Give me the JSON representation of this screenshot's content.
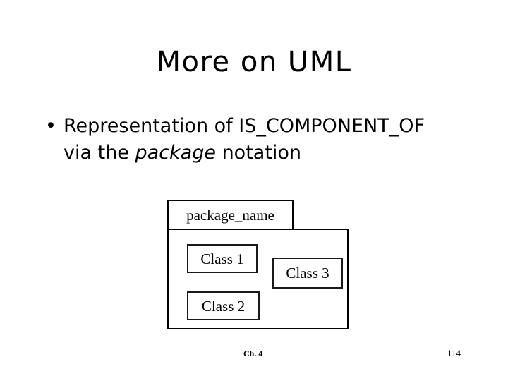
{
  "slide": {
    "title": "More on UML",
    "bullets": [
      {
        "marker": "•",
        "line1_before": "Representation of IS_COMPONENT_OF",
        "line2_before": "via the ",
        "line2_emphasis": "package",
        "line2_after": " notation"
      }
    ]
  },
  "diagram": {
    "type": "uml-package",
    "package_name": "package_name",
    "classes": [
      {
        "label": "Class 1"
      },
      {
        "label": "Class 2"
      },
      {
        "label": "Class 3"
      }
    ]
  },
  "footer": {
    "chapter": "Ch. 4",
    "page_number": "114"
  },
  "colors": {
    "background": "#ffffff",
    "text": "#000000",
    "diagram_stroke": "#000000",
    "class_box_stroke": "#1a1a1a"
  }
}
